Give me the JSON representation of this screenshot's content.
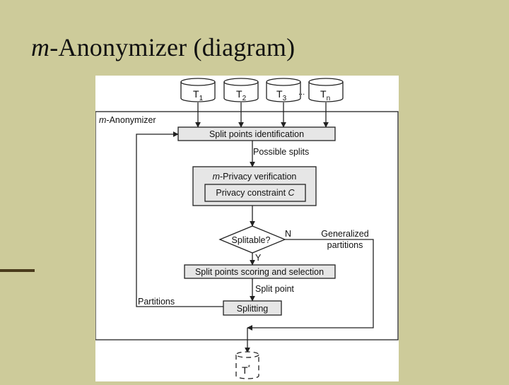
{
  "slide": {
    "title_italic": "m",
    "title_rest": "-Anonymizer (diagram)"
  },
  "colors": {
    "background": "#cdcb9a",
    "accent_line": "#4a3b1c",
    "figure_bg": "#ffffff",
    "step_fill": "#e6e6e6",
    "stroke": "#222222"
  },
  "diagram": {
    "inputs": [
      {
        "base": "T",
        "sub": "1"
      },
      {
        "base": "T",
        "sub": "2"
      },
      {
        "base": "T",
        "sub": "3"
      },
      {
        "base": "T",
        "sub": "n"
      }
    ],
    "input_ellipsis": "...",
    "container_label_italic": "m",
    "container_label_rest": "-Anonymizer",
    "split_identification": "Split points identification",
    "possible_splits": "Possible splits",
    "privacy_verification_italic": "m",
    "privacy_verification_rest": "-Privacy verification",
    "privacy_constraint_text": "Privacy constraint ",
    "privacy_constraint_var": "C",
    "decision": "Splitable?",
    "no_label": "N",
    "yes_label": "Y",
    "generalized_line1": "Generalized",
    "generalized_line2": "partitions",
    "scoring": "Split points scoring and selection",
    "split_point": "Split point",
    "partitions": "Partitions",
    "splitting": "Splitting",
    "output_base": "T",
    "output_mark": "*"
  }
}
